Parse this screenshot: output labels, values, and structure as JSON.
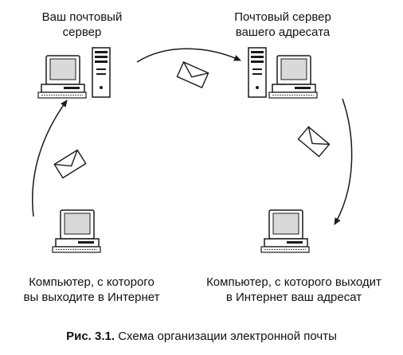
{
  "nodes": {
    "your_server": {
      "line1": "Ваш почтовый",
      "line2": "сервер"
    },
    "recipient_server": {
      "line1": "Почтовый сервер",
      "line2": "вашего адресата"
    },
    "your_computer": {
      "line1": "Компьютер, с которого",
      "line2": "вы выходите в Интернет"
    },
    "recipient_computer": {
      "line1": "Компьютер, с которого выходит",
      "line2": "в Интернет ваш адресат"
    }
  },
  "caption": {
    "prefix": "Рис. 3.1.",
    "text": " Схема организации электронной почты"
  },
  "colors": {
    "stroke": "#1a1a1a",
    "screen": "#d9d9d9",
    "body": "#ffffff"
  }
}
